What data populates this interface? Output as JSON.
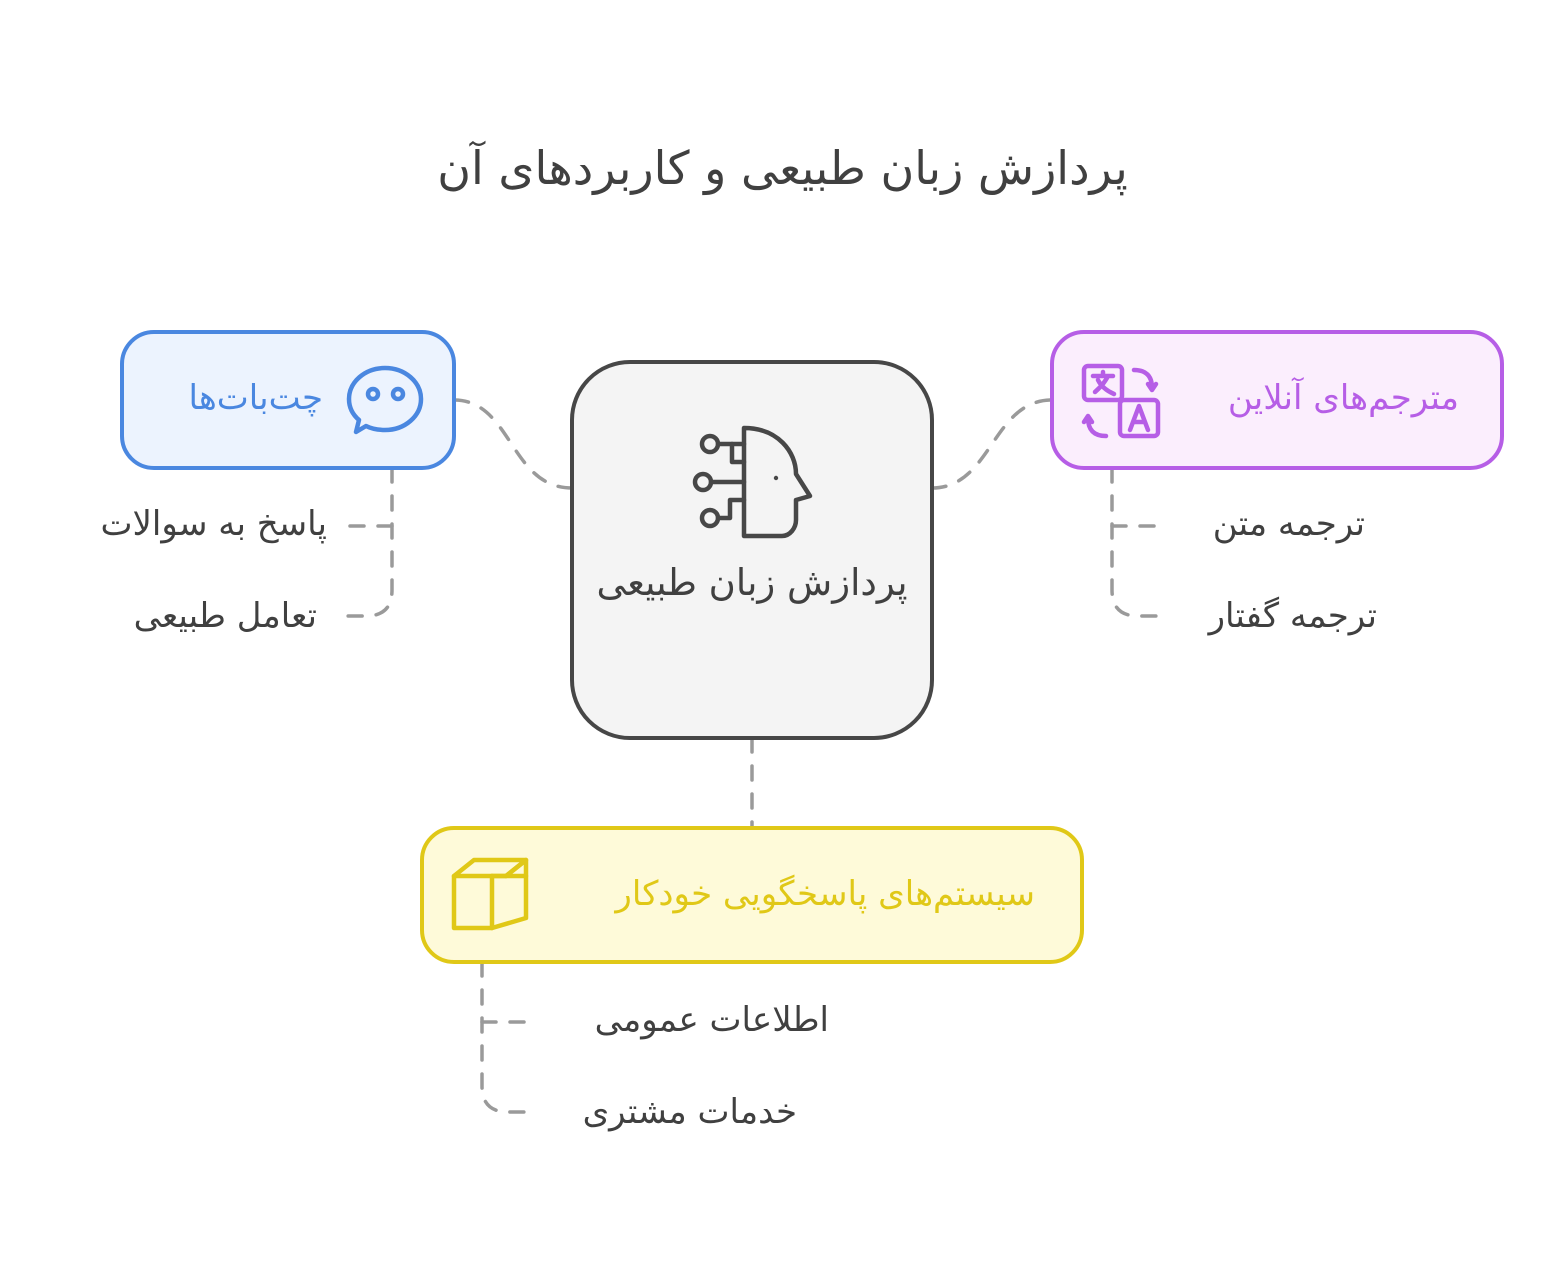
{
  "title": "پردازش زبان طبیعی و کاربردهای آن",
  "center": {
    "label": "پردازش زبان طبیعی",
    "icon": "ai-head-icon",
    "fill": "#f4f4f4",
    "stroke": "#474747"
  },
  "nodes": {
    "chatbots": {
      "label": "چت‌بات‌ها",
      "icon": "chat-bubble-icon",
      "color": "#4a87e0",
      "fill": "#ecf3fe",
      "children": [
        "پاسخ به سوالات",
        "تعامل طبیعی"
      ]
    },
    "translators": {
      "label": "مترجم‌های آنلاین",
      "icon": "translate-icon",
      "color": "#b65ee6",
      "fill": "#fbeefd",
      "children": [
        "ترجمه متن",
        "ترجمه گفتار"
      ]
    },
    "auto_response": {
      "label": "سیستم‌های پاسخگویی خودکار",
      "icon": "box-icon",
      "color": "#e0c817",
      "fill": "#fefad9",
      "children": [
        "اطلاعات عمومی",
        "خدمات مشتری"
      ]
    }
  },
  "connector_color": "#9a9a9a"
}
